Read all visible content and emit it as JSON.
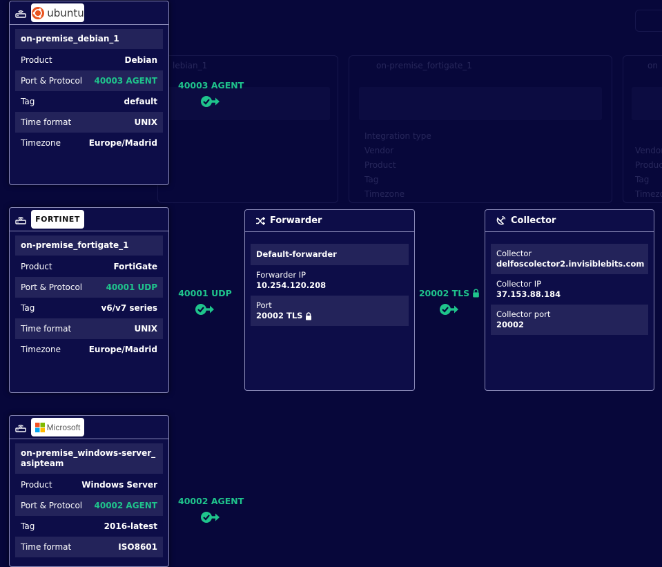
{
  "sources": [
    {
      "id": "ubuntu",
      "logo_text": "ubuntu",
      "name": "on-premise_debian_1",
      "rows": [
        {
          "key": "Product",
          "value": "Debian"
        },
        {
          "key": "Port & Protocol",
          "value": "40003 AGENT"
        },
        {
          "key": "Tag",
          "value": "default"
        },
        {
          "key": "Time format",
          "value": "UNIX"
        },
        {
          "key": "Timezone",
          "value": "Europe/Madrid"
        }
      ],
      "connector": "40003 AGENT"
    },
    {
      "id": "fortinet",
      "logo_text": "FORTINET",
      "name": "on-premise_fortigate_1",
      "rows": [
        {
          "key": "Product",
          "value": "FortiGate"
        },
        {
          "key": "Port & Protocol",
          "value": "40001 UDP"
        },
        {
          "key": "Tag",
          "value": "v6/v7 series"
        },
        {
          "key": "Time format",
          "value": "UNIX"
        },
        {
          "key": "Timezone",
          "value": "Europe/Madrid"
        }
      ],
      "connector": "40001 UDP"
    },
    {
      "id": "microsoft",
      "logo_text": "Microsoft",
      "name": "on-premise_windows-server_asipteam",
      "rows": [
        {
          "key": "Product",
          "value": "Windows Server"
        },
        {
          "key": "Port & Protocol",
          "value": "40002 AGENT"
        },
        {
          "key": "Tag",
          "value": "2016-latest"
        },
        {
          "key": "Time format",
          "value": "ISO8601"
        }
      ],
      "connector": "40002 AGENT"
    }
  ],
  "forwarder": {
    "title": "Forwarder",
    "name": "Default-forwarder",
    "ip_label": "Forwarder IP",
    "ip": "10.254.120.208",
    "port_label": "Port",
    "port": "20002 TLS"
  },
  "fwd_to_collector": "20002 TLS",
  "collector": {
    "title": "Collector",
    "collector_label": "Collector",
    "collector": "delfoscolector2.invisiblebits.com",
    "ip_label": "Collector IP",
    "ip": "37.153.88.184",
    "port_label": "Collector port",
    "port": "20002"
  },
  "background": {
    "labels": [
      "lebian_1",
      "on-premise_fortigate_1",
      "on",
      "Integration type",
      "Vendor",
      "Product",
      "Tag",
      "Timezone",
      "Vendor",
      "Product",
      "Tag",
      "Timezone"
    ]
  },
  "colors": {
    "accent": "#1fc48c",
    "background": "#07073a",
    "card": "#0d0d48",
    "row_alt": "#23235a"
  },
  "icons": [
    "router-icon",
    "shuffle-icon",
    "satellite-icon",
    "lock-icon",
    "check-arrow-icon"
  ]
}
